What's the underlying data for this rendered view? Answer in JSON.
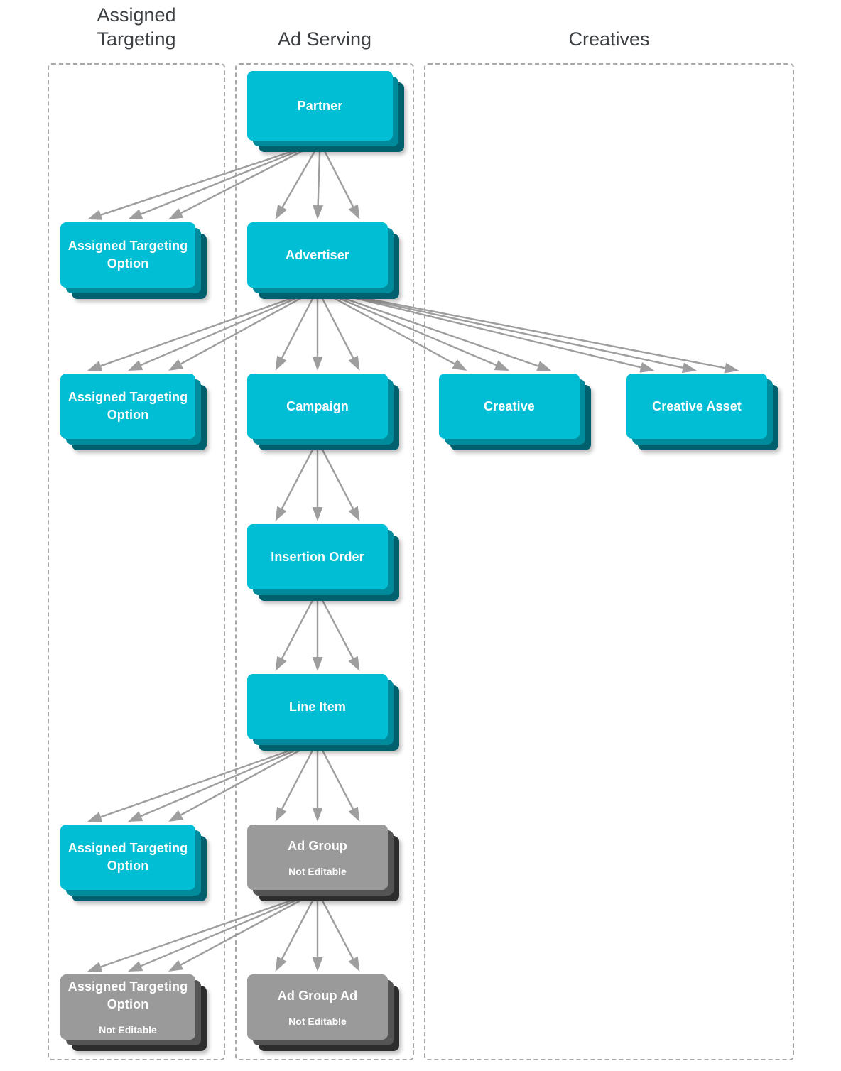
{
  "columns": [
    {
      "id": "assigned-targeting",
      "label": "Assigned\nTargeting"
    },
    {
      "id": "ad-serving",
      "label": "Ad Serving"
    },
    {
      "id": "creatives",
      "label": "Creatives"
    }
  ],
  "nodes": [
    {
      "id": "partner",
      "title": "Partner",
      "subtitle": "",
      "style": "teal",
      "column": "ad-serving"
    },
    {
      "id": "ato-partner",
      "title": "Assigned\nTargeting\nOption",
      "subtitle": "",
      "style": "teal",
      "column": "assigned-targeting"
    },
    {
      "id": "advertiser",
      "title": "Advertiser",
      "subtitle": "",
      "style": "teal",
      "column": "ad-serving"
    },
    {
      "id": "ato-advertiser",
      "title": "Assigned\nTargeting\nOption",
      "subtitle": "",
      "style": "teal",
      "column": "assigned-targeting"
    },
    {
      "id": "campaign",
      "title": "Campaign",
      "subtitle": "",
      "style": "teal",
      "column": "ad-serving"
    },
    {
      "id": "creative",
      "title": "Creative",
      "subtitle": "",
      "style": "teal",
      "column": "creatives"
    },
    {
      "id": "creative-asset",
      "title": "Creative Asset",
      "subtitle": "",
      "style": "teal",
      "column": "creatives"
    },
    {
      "id": "insertion-order",
      "title": "Insertion Order",
      "subtitle": "",
      "style": "teal",
      "column": "ad-serving"
    },
    {
      "id": "line-item",
      "title": "Line Item",
      "subtitle": "",
      "style": "teal",
      "column": "ad-serving"
    },
    {
      "id": "ato-line-item",
      "title": "Assigned\nTargeting\nOption",
      "subtitle": "",
      "style": "teal",
      "column": "assigned-targeting"
    },
    {
      "id": "ad-group",
      "title": "Ad Group",
      "subtitle": "Not Editable",
      "style": "gray",
      "column": "ad-serving"
    },
    {
      "id": "ato-ad-group",
      "title": "Assigned\nTargeting Option",
      "subtitle": "Not Editable",
      "style": "gray",
      "column": "assigned-targeting"
    },
    {
      "id": "ad-group-ad",
      "title": "Ad Group Ad",
      "subtitle": "Not Editable",
      "style": "gray",
      "column": "ad-serving"
    }
  ],
  "edges": [
    {
      "from": "partner",
      "to": "ato-partner"
    },
    {
      "from": "partner",
      "to": "advertiser"
    },
    {
      "from": "advertiser",
      "to": "ato-advertiser"
    },
    {
      "from": "advertiser",
      "to": "campaign"
    },
    {
      "from": "advertiser",
      "to": "creative"
    },
    {
      "from": "advertiser",
      "to": "creative-asset"
    },
    {
      "from": "campaign",
      "to": "insertion-order"
    },
    {
      "from": "insertion-order",
      "to": "line-item"
    },
    {
      "from": "line-item",
      "to": "ato-line-item"
    },
    {
      "from": "line-item",
      "to": "ad-group"
    },
    {
      "from": "ad-group",
      "to": "ato-ad-group"
    },
    {
      "from": "ad-group",
      "to": "ad-group-ad"
    }
  ],
  "colors": {
    "card_teal": "#02bed5",
    "card_teal_mid": "#008b9c",
    "card_teal_back": "#00606e",
    "card_gray": "#9a9a9a",
    "card_gray_mid": "#545454",
    "card_gray_back": "#2d2d2d",
    "arrow": "#9e9e9e",
    "group_border": "#a8a8a8",
    "heading_text": "#3c4043",
    "card_text": "#ffffff"
  }
}
